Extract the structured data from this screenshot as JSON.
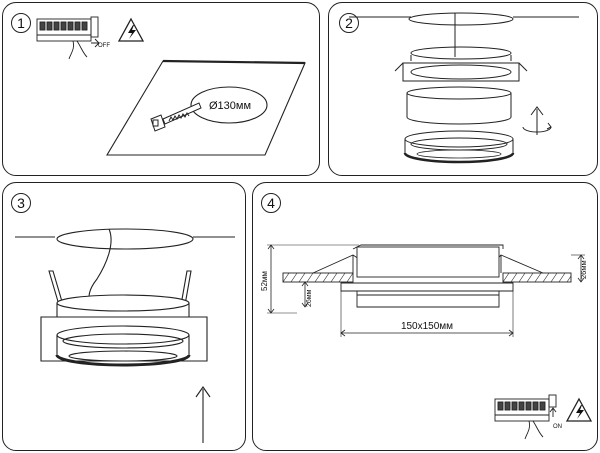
{
  "steps": [
    {
      "number": "1"
    },
    {
      "number": "2"
    },
    {
      "number": "3"
    },
    {
      "number": "4"
    }
  ],
  "step1": {
    "switch_state": "OFF",
    "cutout_diameter": "Ø130мм"
  },
  "step4": {
    "total_height": "52мм",
    "left_depth": "26мм",
    "right_depth": "26мм",
    "frame_size": "150x150мм",
    "switch_state": "ON"
  },
  "icons": [
    "power-switch-icon",
    "electric-hazard-icon",
    "rotate-arrow-icon",
    "up-arrow-icon",
    "key-icon"
  ]
}
